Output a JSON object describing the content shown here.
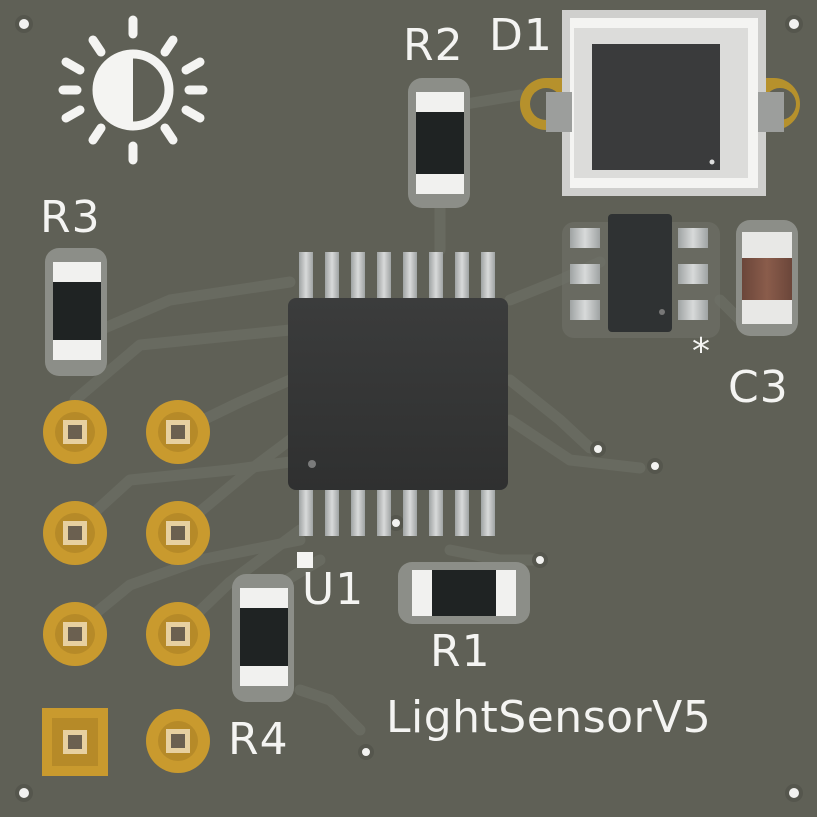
{
  "board": {
    "title": "LightSensorV5",
    "substrate_color": "#5f6056",
    "silkscreen_color": "#f4f4f2",
    "pad_gold": "#c99a2e",
    "icon": "sun-half-icon"
  },
  "labels": {
    "r1": "R1",
    "r2": "R2",
    "r3": "R3",
    "r4": "R4",
    "d1": "D1",
    "c3": "C3",
    "u1": "U1",
    "pin1_marker": "*"
  },
  "components": [
    "R1",
    "R2",
    "R3",
    "R4",
    "D1",
    "C3",
    "U1"
  ],
  "header": {
    "pins": 8,
    "pin1_shape": "square"
  }
}
